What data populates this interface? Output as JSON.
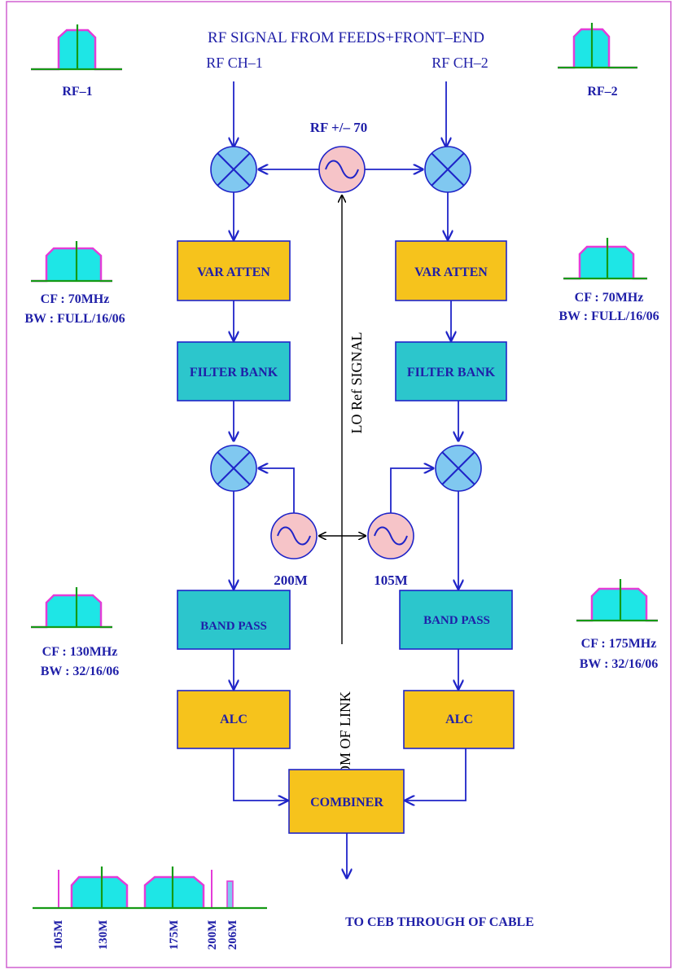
{
  "colors": {
    "border": "#d060d0",
    "wire": "#1f24c8",
    "text": "#1f1fa8",
    "yellow_box": "#f6c31c",
    "teal_box": "#2cc6cc",
    "mixer_fill": "#80c8f0",
    "osc_fill": "#f6c4c8",
    "spectrum_fill": "#1ee6e6",
    "spectrum_edge": "#e43cd8",
    "spectrum_axis": "#159a15"
  },
  "header": {
    "title": "RF SIGNAL FROM FEEDS+FRONT–END",
    "ch1": "RF CH–1",
    "ch2": "RF CH–2"
  },
  "spectra": {
    "rf1": "RF–1",
    "rf2": "RF–2",
    "if_left_cf": "CF : 70MHz",
    "if_left_bw": "BW : FULL/16/06",
    "if_right_cf": "CF : 70MHz",
    "if_right_bw": "BW : FULL/16/06",
    "bp_left_cf": "CF : 130MHz",
    "bp_left_bw": "BW : 32/16/06",
    "bp_right_cf": "CF : 175MHz",
    "bp_right_bw": "BW : 32/16/06"
  },
  "oscillators": {
    "lo1": "RF +/– 70",
    "lo_left": "200M",
    "lo_right": "105M"
  },
  "blocks": {
    "var_atten_left": "VAR ATTEN",
    "var_atten_right": "VAR ATTEN",
    "filter_bank_left": "FILTER BANK",
    "filter_bank_right": "FILTER BANK",
    "band_pass_left": "BAND PASS",
    "band_pass_right": "BAND PASS",
    "alc_left": "ALC",
    "alc_right": "ALC",
    "combiner": "COMBINER"
  },
  "lo_ref": {
    "upper": "LO Ref SIGNAL",
    "lower": "FROM OF LINK"
  },
  "output": {
    "label": "TO CEB THROUGH OF CABLE",
    "freqs": [
      "105M",
      "130M",
      "175M",
      "200M",
      "206M"
    ]
  }
}
